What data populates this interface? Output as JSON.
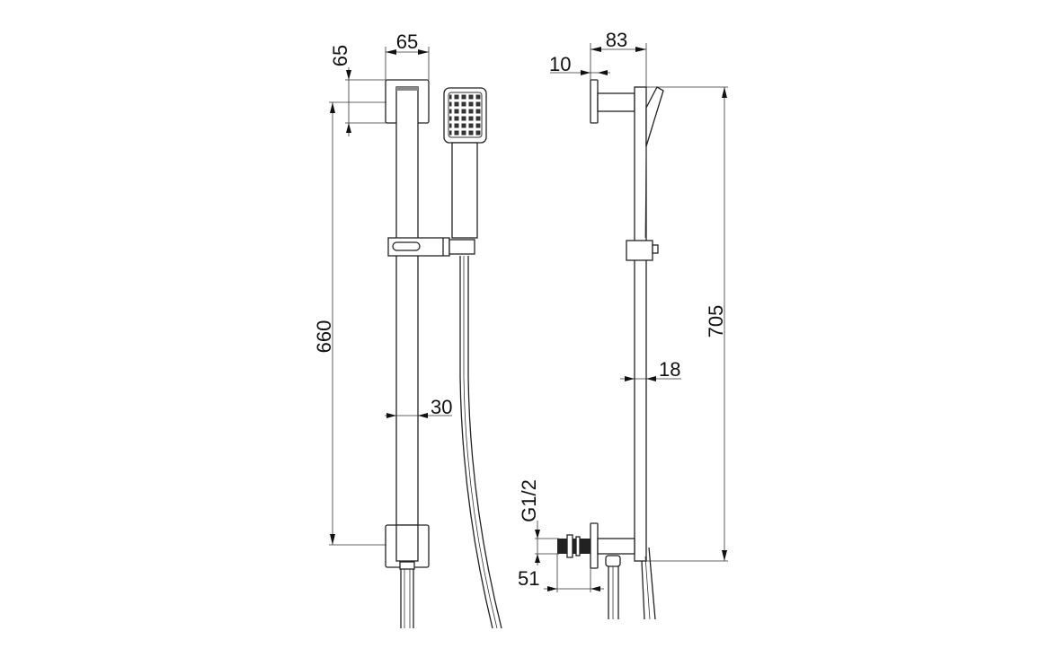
{
  "title": "Shower riser rail kit dimension drawing",
  "front_view": {
    "bracket_depth": "65",
    "bracket_width": "65",
    "rail_height": "660",
    "rail_width": "30"
  },
  "side_view": {
    "projection": "83",
    "plate_thickness": "10",
    "overall_height": "705",
    "rail_depth": "18",
    "thread": "G1/2",
    "outlet_projection": "51"
  },
  "colors": {
    "line": "#222222",
    "background": "#ffffff"
  }
}
